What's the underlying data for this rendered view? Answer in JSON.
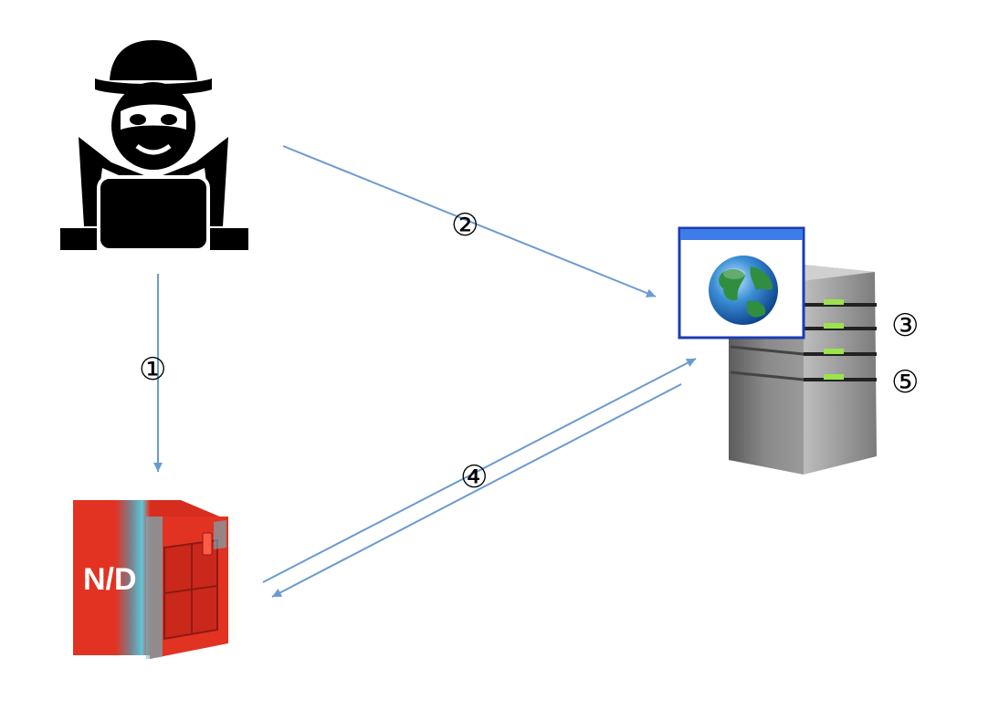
{
  "diagram": {
    "nodes": {
      "attacker": {
        "icon": "hacker-icon"
      },
      "nd_server": {
        "icon": "red-server-icon",
        "label": "N/D"
      },
      "web_server": {
        "icon": "web-server-icon",
        "browser_icon": "globe-browser-icon"
      }
    },
    "steps": {
      "s1": "①",
      "s2": "②",
      "s3": "③",
      "s4": "④",
      "s5": "⑤"
    },
    "colors": {
      "arrow": "#6a9bd0",
      "hacker": "#000000",
      "red_server": "#e23222",
      "red_server_glow": "#5ec7d6",
      "browser_frame": "#1a3db3",
      "browser_bar": "#3d7de8",
      "server_body": "#6f6f6f",
      "server_led": "#9be34a"
    }
  }
}
